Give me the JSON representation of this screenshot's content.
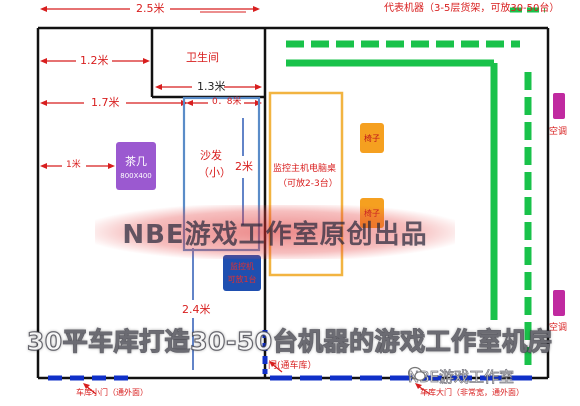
{
  "labels": {
    "top_width": "2.5米",
    "legend_text": "代表机器（3-5层货架，可放30-50台）",
    "dim_1_2": "1.2米",
    "bathroom": "卫生间",
    "dim_1_3": "1.3米",
    "dim_1_7": "1.7米",
    "dim_0_8": "0．8米",
    "dim_1": "1米",
    "dim_2": "2米",
    "dim_2_4": "2.4米",
    "tea_table": "茶几",
    "tea_size": "800X400",
    "sofa": "沙发",
    "sofa_size": "（小）",
    "monitor_desk_1": "监控主机电脑桌",
    "monitor_desk_2": "（可放2-3台）",
    "chair_1": "椅子",
    "chair_2": "椅子",
    "blue_box_1": "监控机",
    "blue_box_2": "可放1台",
    "ac_1": "空调",
    "ac_2": "空调",
    "garage_small_door": "车库小门（通外面）",
    "main_door": "门(通车库）",
    "garage_big_door": "车库大门（非常宽，通外面）"
  },
  "watermark": {
    "main": "NBE游戏工作室原创出品",
    "subtitle": "30平车库打造30-50台机器的游戏工作室机房",
    "brand": "NBE游戏工作室"
  },
  "colors": {
    "wall": "#111111",
    "machine_green": "#19c24a",
    "dimension_red": "#d81e1e",
    "door_blue": "#1030c8",
    "tea_purple": "#9b59d0",
    "ac_magenta": "#c02aa0",
    "desk_outline": "#f2b441",
    "chair_orange": "#f5a020",
    "sofa_outline": "#5a8cc8",
    "monitor_blue": "#1f4fb0"
  }
}
